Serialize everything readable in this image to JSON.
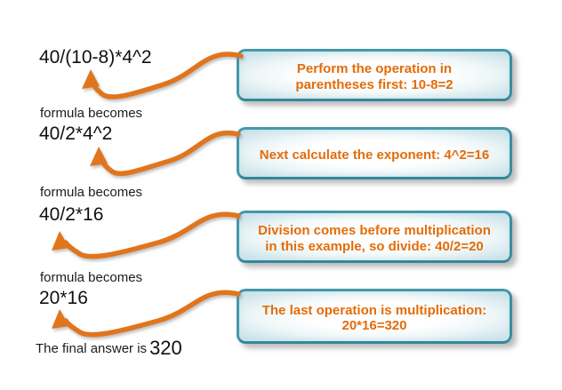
{
  "diagram": {
    "steps": [
      {
        "formula": "40/(10-8)*4^2",
        "note_lines": [
          "Perform the operation in",
          "parentheses first: 10-8=2"
        ]
      },
      {
        "transition": "formula becomes",
        "formula": "40/2*4^2",
        "note_lines": [
          "Next calculate the exponent: 4^2=16"
        ]
      },
      {
        "transition": "formula becomes",
        "formula": "40/2*16",
        "note_lines": [
          "Division comes before multiplication",
          "in this example, so divide: 40/2=20"
        ]
      },
      {
        "transition": "formula becomes",
        "formula": "20*16",
        "note_lines": [
          "The last operation is multiplication:",
          "20*16=320"
        ]
      }
    ],
    "final": {
      "label": "The final answer is",
      "value": "320"
    }
  },
  "colors": {
    "arrow": "#E0751E",
    "box_border": "#4597A9",
    "box_text": "#E36C09",
    "formula_text": "#111111"
  }
}
